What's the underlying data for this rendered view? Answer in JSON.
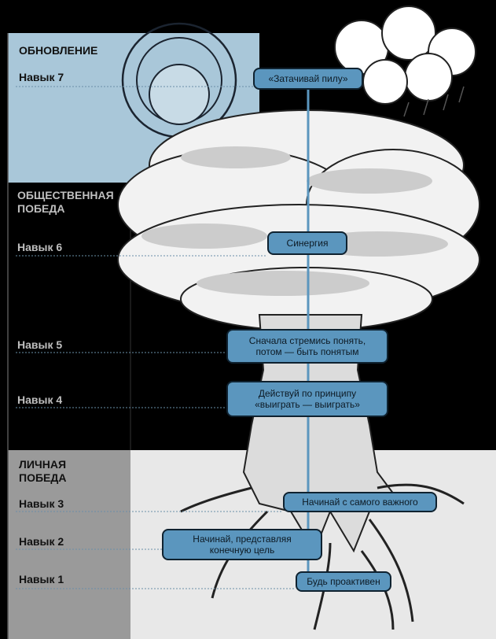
{
  "sections": {
    "renewal": "ОБНОВЛЕНИЕ",
    "public_victory": "ОБЩЕСТВЕННАЯ\nПОБЕДА",
    "private_victory": "ЛИЧНАЯ\nПОБЕДА"
  },
  "habit_labels": {
    "h7": "Навык 7",
    "h6": "Навык 6",
    "h5": "Навык 5",
    "h4": "Навык 4",
    "h3": "Навык 3",
    "h2": "Навык 2",
    "h1": "Навык 1"
  },
  "habit_boxes": {
    "h7": "«Затачивай пилу»",
    "h6": "Синергия",
    "h5": "Сначала стремись понять,\nпотом — быть понятым",
    "h4": "Действуй по принципу\n«выиграть — выиграть»",
    "h3": "Начинай с самого важного",
    "h2": "Начинай, представляя\nконечную цель",
    "h1": "Будь проактивен"
  },
  "colors": {
    "renewal_bg": "#a9c7d9",
    "public_bg": "#000000",
    "private_bg": "#9a9a9a",
    "private_ground": "#e8e8e8",
    "box_fill": "#5b96be",
    "box_border": "#0f2230",
    "dotted_line": "#6a8fa8"
  }
}
